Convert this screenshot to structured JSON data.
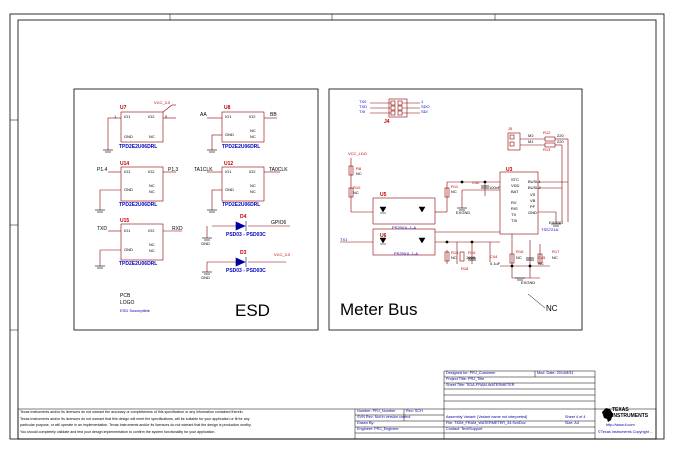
{
  "esd": {
    "title": "ESD",
    "vcc30": "VCC_3.0",
    "vcc30b": "VCC_3.0",
    "u7": {
      "ref": "U7",
      "part": "TPD2E2U06DRL",
      "io1": "IO1",
      "io2": "IO2",
      "gnd": "GND",
      "nc": "NC",
      "pin1": "1",
      "pin5": "5"
    },
    "u8": {
      "ref": "U8",
      "part": "TPD2E2U06DRL",
      "io1": "IO1",
      "io2": "IO2",
      "gnd": "GND",
      "nc1": "NC",
      "nc2": "NC",
      "net_left": "AA",
      "net_right": "BB"
    },
    "u14": {
      "ref": "U14",
      "part": "TPD2E2U06DRL",
      "io1": "IO1",
      "io2": "IO2",
      "gnd": "GND",
      "nc1": "NC",
      "nc2": "NC",
      "net_left": "P1.4",
      "net_right": "P1.3"
    },
    "u12": {
      "ref": "U12",
      "part": "TPD2E2U06DRL",
      "io1": "IO1",
      "io2": "IO2",
      "gnd": "GND",
      "nc1": "NC",
      "nc2": "NC",
      "net_left": "TA1CLK",
      "net_right": "TA0CLK"
    },
    "u15": {
      "ref": "U15",
      "part": "TPD2E2U06DRL",
      "io1": "IO1",
      "io2": "IO2",
      "gnd": "GND",
      "nc1": "NC",
      "nc2": "NC",
      "net_left": "TXD",
      "net_right": "RXD"
    },
    "d4": {
      "ref": "D4",
      "part": "PSD03 - PSD03C",
      "net": "GPIO6"
    },
    "d3": {
      "ref": "D3",
      "part": "PSD03 - PSD03C"
    },
    "gnd": "GND",
    "pcb": "PCB",
    "logo": "LOGO",
    "esd_note": "ESD Susceptible"
  },
  "meter": {
    "title": "Meter Bus",
    "nc": "NC",
    "vcc_ldo": "VCC_LDO",
    "tx1": "TX1",
    "j4": {
      "ref": "J4",
      "nets_left": [
        "TX0",
        "TXD",
        "TXI"
      ],
      "nets_right": [
        "1",
        "SDO",
        "SDI"
      ]
    },
    "j5": {
      "ref": "J5",
      "m2": "M2",
      "m1": "M1"
    },
    "r12": "R12",
    "r13": "R13",
    "r_vals": [
      "220",
      "220"
    ],
    "u5": {
      "ref": "U5",
      "part": "PS2501L-1-A"
    },
    "u6": {
      "ref": "U6",
      "part": "PS2501L-1-A"
    },
    "u3": {
      "ref": "U3",
      "part": "TSS721A",
      "pins_left": [
        "STC",
        "VDD",
        "BAT",
        "RX",
        "RIS",
        "TX",
        "TXI"
      ],
      "pins_right": [
        "BUSL1",
        "BUSL2",
        "VS",
        "VB",
        "PF",
        "GND"
      ]
    },
    "r8": {
      "ref": "R8",
      "val": "NC"
    },
    "r10": {
      "ref": "R10",
      "val": "NC"
    },
    "r11": {
      "ref": "R11",
      "val": "NC"
    },
    "r14": {
      "ref": "R14",
      "val": "NC"
    },
    "r15": {
      "ref": "R15",
      "val": "100K"
    },
    "r16": {
      "ref": "R16",
      "val": "NC"
    },
    "r17": {
      "ref": "R17",
      "val": "NC"
    },
    "r18": "R18",
    "c40": {
      "ref": "C40",
      "val": "100nF"
    },
    "c44": {
      "ref": "C44",
      "val": "0.1uF"
    },
    "c45": {
      "ref": "C45",
      "val": "NC"
    },
    "exgnd": "EXGND"
  },
  "titleblock": {
    "designed_for": "Designed for: PRJ_Customer",
    "mod_date": "Mod. Date: 2014/8/31",
    "project_title": "Project Title: PRJ_Title",
    "sheet_title": "Sheet Title: TIDA-FRAM-WATERMETER",
    "number": "Number: PRJ_Number",
    "rev": "Rev: SCH",
    "assembly": "Assembly Variant: [Variant name not interpreted]",
    "sheet": "Sheet 4 of 4",
    "svn": "SVN Rev: Not in version control",
    "file": "File: TIDM_FRAM_WATERMETER_34.SchDoc",
    "size": "Size: A4",
    "drawn": "Drawn By:",
    "engineer": "Engineer: PRJ_Engineer",
    "contact": "Contact: TechSupport",
    "url": "http://www.ti.com",
    "copyright": "©Texas Instruments  Copyright ...",
    "ti_name1": "TEXAS",
    "ti_name2": "INSTRUMENTS",
    "disclaimer": [
      "Texas Instruments and/or its licensors do not warrant the accuracy or completeness of this specification or any information contained therein.",
      "Texas Instruments and/or its licensors do not warrant that this design will meet the specifications, will be suitable for your application or fit for any",
      "particular purpose, or will operate in an implementation. Texas Instruments and/or its licensors do not warrant that the design is production worthy.",
      "You should completely validate and test your design implementation to confirm the system functionality for your application."
    ]
  }
}
